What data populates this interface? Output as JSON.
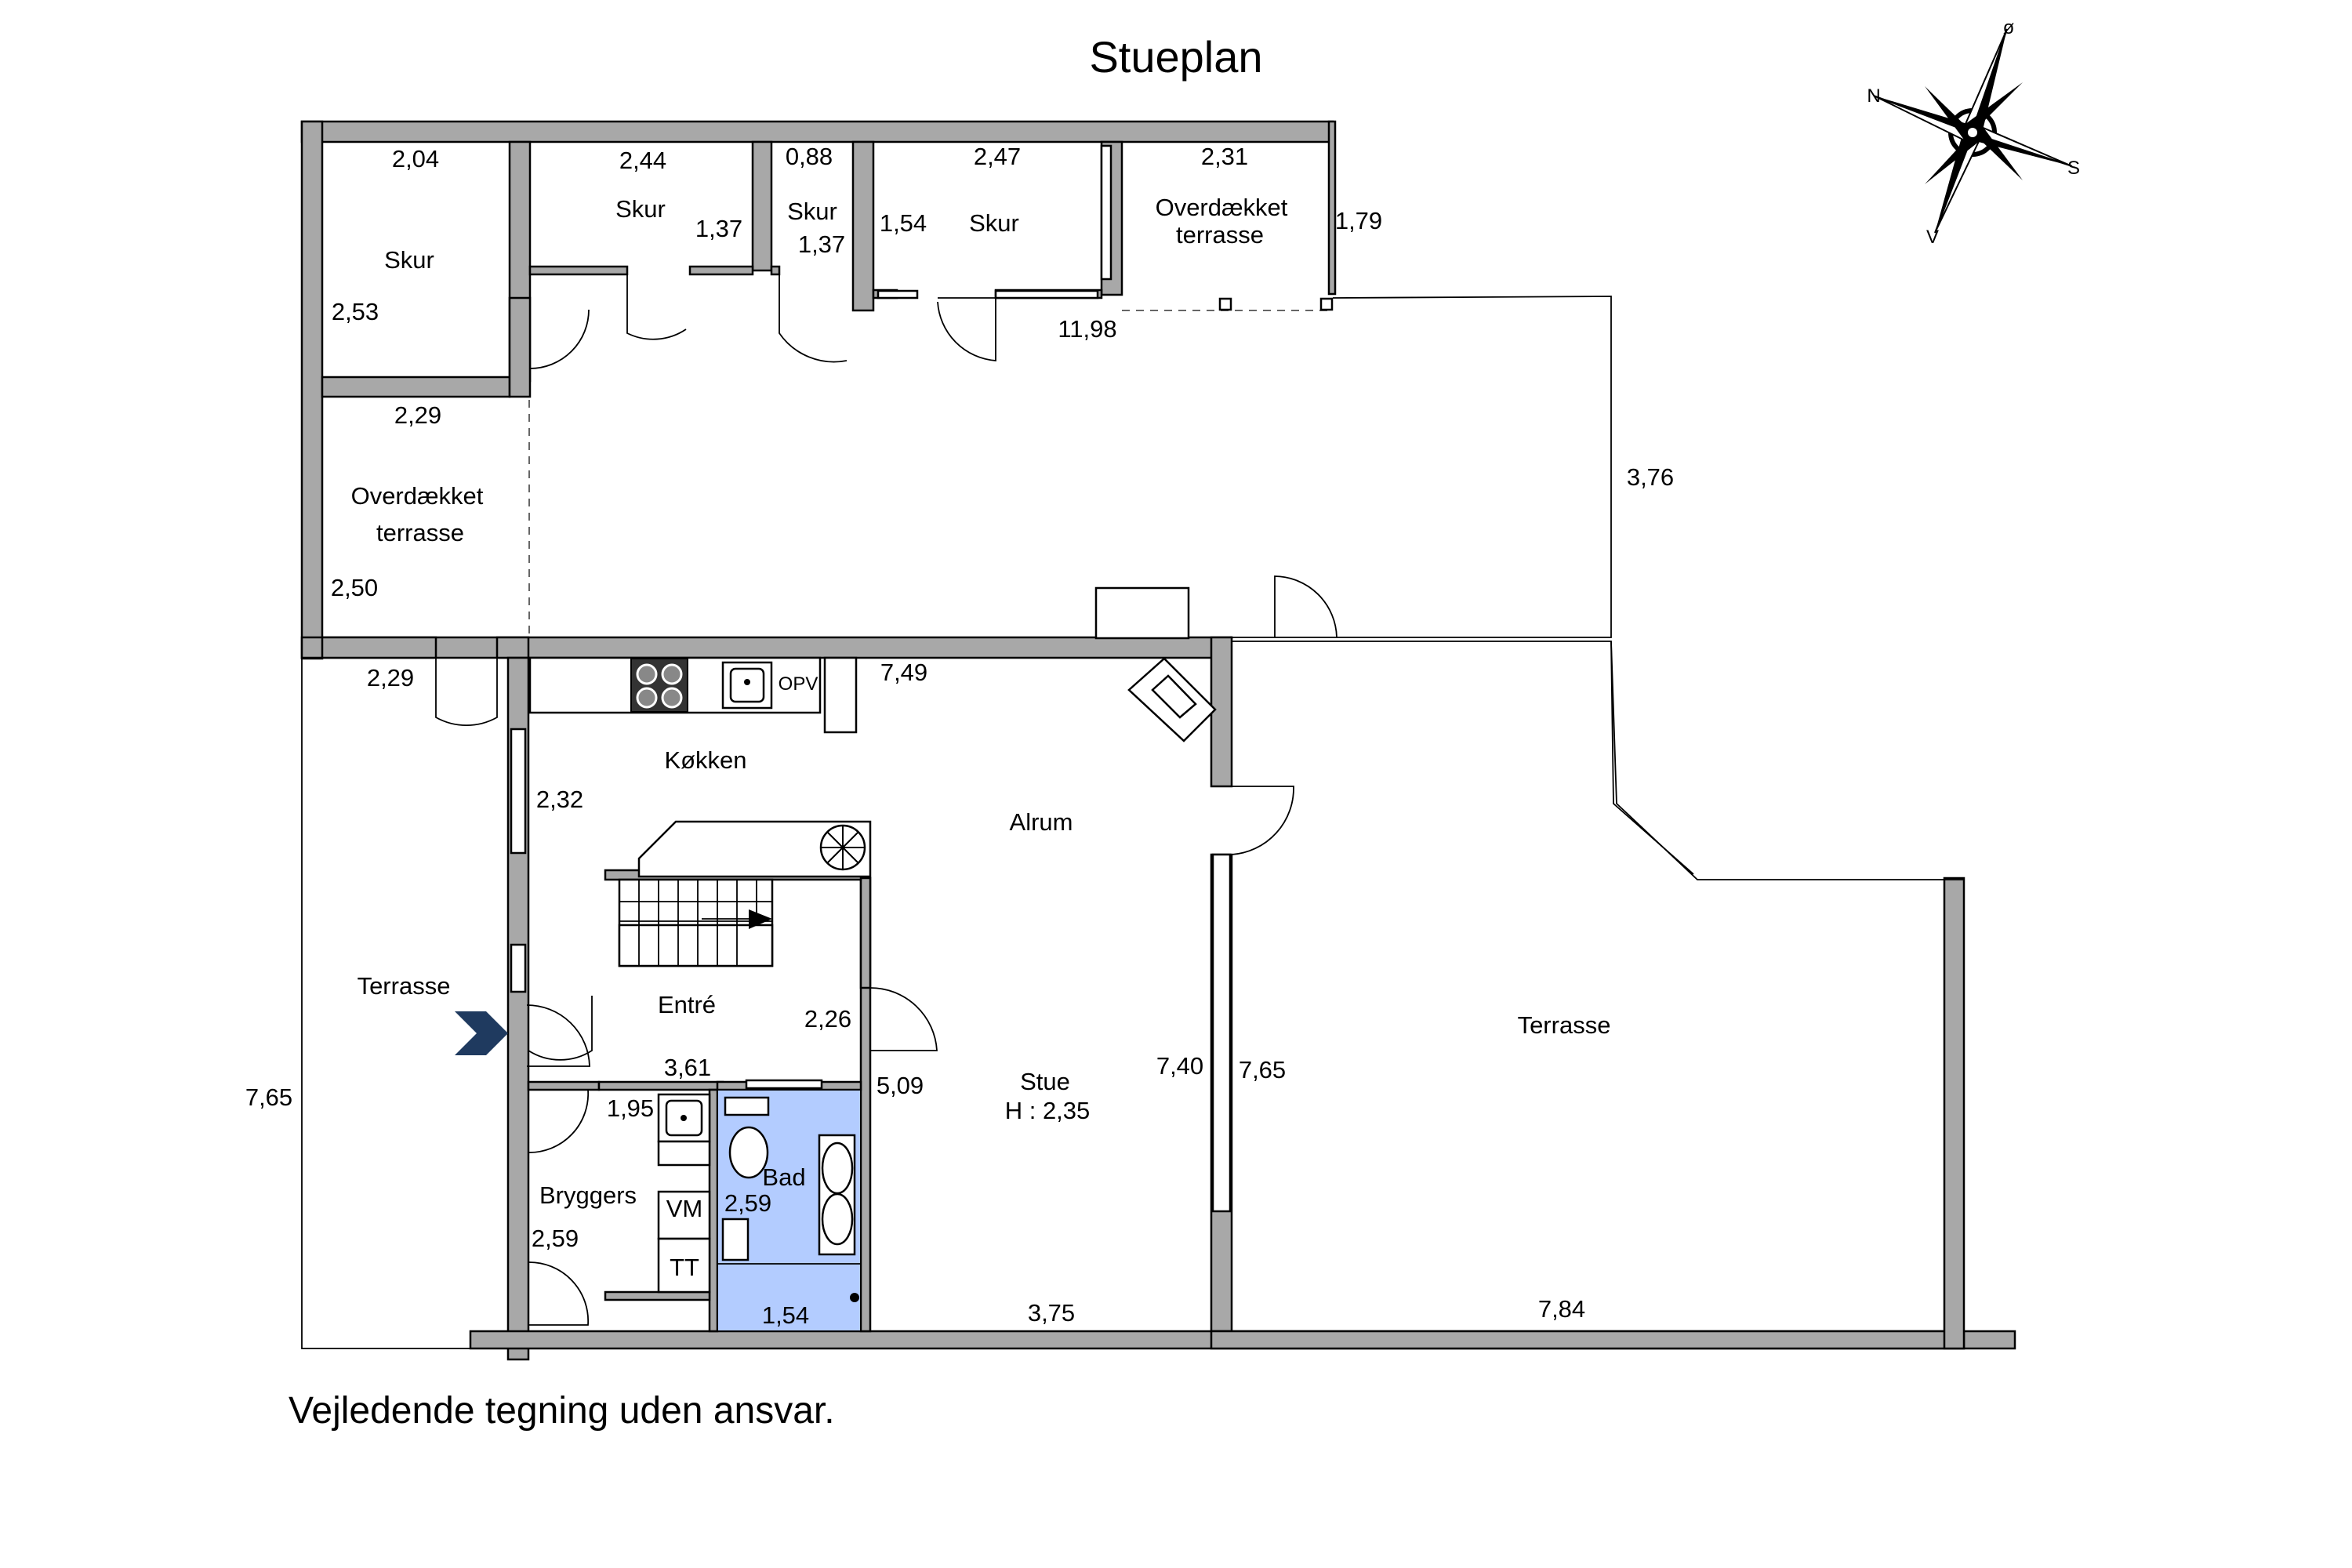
{
  "title": "Stueplan",
  "disclaimer": "Vejledende tegning uden ansvar.",
  "compass": {
    "north": "N",
    "east": "ø",
    "south": "S",
    "west": "V"
  },
  "rooms": {
    "skur_1": "Skur",
    "skur_2": "Skur",
    "skur_3": "Skur",
    "skur_4": "Skur",
    "overdaekket_top": [
      "Overdækket",
      "terrasse"
    ],
    "overdaekket_left": [
      "Overdækket",
      "terrasse"
    ],
    "kokken": "Køkken",
    "alrum": "Alrum",
    "entre": "Entré",
    "stue": [
      "Stue",
      "H : 2,35"
    ],
    "bad": "Bad",
    "bryggers": "Bryggers",
    "terrasse_left": "Terrasse",
    "terrasse_right": "Terrasse"
  },
  "fixtures": {
    "opv": "OPV",
    "vm": "VM",
    "tt": "TT"
  },
  "dimensions": {
    "skur1_w": "2,04",
    "skur1_h": "2,53",
    "skur2_w": "2,44",
    "skur2_h": "1,37",
    "skur3_w": "0,88",
    "skur3_h": "1,37",
    "skur4_w": "2,47",
    "skur4_h": "1,54",
    "ovt_w": "2,31",
    "ovt_h": "1,79",
    "courtyard_w": "11,98",
    "courtyard_h": "3,76",
    "ovl_w": "2,29",
    "ovl_h": "2,50",
    "terr_left_w": "2,29",
    "terr_left_h": "7,65",
    "kitchen_w": "7,49",
    "kitchen_h": "2,32",
    "entre_h": "2,26",
    "entre_w": "3,61",
    "bryggers_w": "1,95",
    "bryggers_h": "2,59",
    "bad_h": "2,59",
    "bad_w": "1,54",
    "stue_dim": "5,09",
    "stue_w": "3,75",
    "stue_h": "7,40",
    "terr_right_h": "7,65",
    "terr_right_w": "7,84"
  },
  "colors": {
    "wall": "#a8a8a8",
    "bathroom": "#b3ccff",
    "entrance_arrow": "#1f3a5f"
  }
}
